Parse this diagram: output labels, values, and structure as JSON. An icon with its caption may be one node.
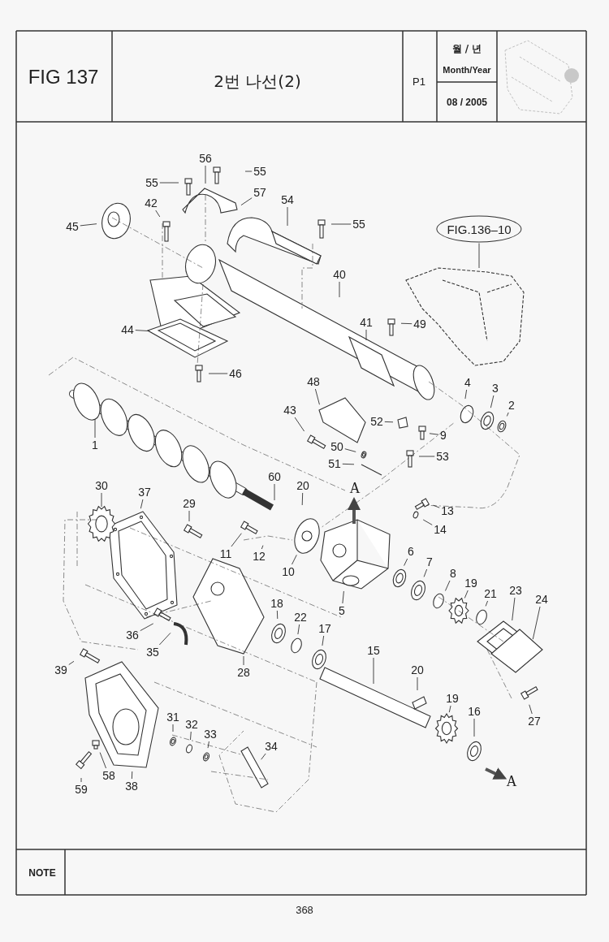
{
  "diagram": {
    "title": "2번 나선(2)",
    "nodes": [
      {
        "text": [
          "FIG.136–10"
        ]
      },
      {
        "text": [
          "56"
        ]
      },
      {
        "text": [
          "55"
        ]
      },
      {
        "text": [
          "55"
        ]
      },
      {
        "text": [
          "57"
        ]
      },
      {
        "text": [
          "54"
        ]
      },
      {
        "text": [
          "42"
        ]
      },
      {
        "text": [
          "45"
        ]
      },
      {
        "text": [
          "55"
        ]
      },
      {
        "text": [
          "40"
        ]
      },
      {
        "text": [
          "41"
        ]
      },
      {
        "text": [
          "49"
        ]
      },
      {
        "text": [
          "44"
        ]
      },
      {
        "text": [
          "46"
        ]
      },
      {
        "text": [
          "4"
        ]
      },
      {
        "text": [
          "3"
        ]
      },
      {
        "text": [
          "2"
        ]
      },
      {
        "text": [
          "48"
        ]
      },
      {
        "text": [
          "43"
        ]
      },
      {
        "text": [
          "52"
        ]
      },
      {
        "text": [
          "9"
        ]
      },
      {
        "text": [
          "50"
        ]
      },
      {
        "text": [
          "53"
        ]
      },
      {
        "text": [
          "51"
        ]
      },
      {
        "text": [
          "1"
        ]
      },
      {
        "text": [
          "30"
        ]
      },
      {
        "text": [
          "37"
        ]
      },
      {
        "text": [
          "60"
        ]
      },
      {
        "text": [
          "20"
        ]
      },
      {
        "text": [
          "29"
        ]
      },
      {
        "text": [
          "13"
        ]
      },
      {
        "text": [
          "14"
        ]
      },
      {
        "text": [
          "11"
        ]
      },
      {
        "text": [
          "12"
        ]
      },
      {
        "text": [
          "10"
        ]
      },
      {
        "text": [
          "6"
        ]
      },
      {
        "text": [
          "7"
        ]
      },
      {
        "text": [
          "8"
        ]
      },
      {
        "text": [
          "19"
        ]
      },
      {
        "text": [
          "21"
        ]
      },
      {
        "text": [
          "23"
        ]
      },
      {
        "text": [
          "24"
        ]
      },
      {
        "text": [
          "5"
        ]
      },
      {
        "text": [
          "18"
        ]
      },
      {
        "text": [
          "22"
        ]
      },
      {
        "text": [
          "17"
        ]
      },
      {
        "text": [
          "36"
        ]
      },
      {
        "text": [
          "35"
        ]
      },
      {
        "text": [
          "28"
        ]
      },
      {
        "text": [
          "15"
        ]
      },
      {
        "text": [
          "20"
        ]
      },
      {
        "text": [
          "39"
        ]
      },
      {
        "text": [
          "19"
        ]
      },
      {
        "text": [
          "16"
        ]
      },
      {
        "text": [
          "27"
        ]
      },
      {
        "text": [
          "31"
        ]
      },
      {
        "text": [
          "32"
        ]
      },
      {
        "text": [
          "33"
        ]
      },
      {
        "text": [
          "34"
        ]
      },
      {
        "text": [
          "58"
        ]
      },
      {
        "text": [
          "59"
        ]
      },
      {
        "text": [
          "38"
        ]
      }
    ],
    "edges": [
      {
        "from": 0,
        "to": null,
        "arrow": "none"
      },
      {
        "from": 1,
        "to": null,
        "arrow": "none"
      },
      {
        "from": 2,
        "to": null,
        "arrow": "none"
      },
      {
        "from": 3,
        "to": null,
        "arrow": "none"
      },
      {
        "from": 4,
        "to": null,
        "arrow": "none"
      },
      {
        "from": 5,
        "to": null,
        "arrow": "none"
      },
      {
        "from": 6,
        "to": null,
        "arrow": "none"
      },
      {
        "from": 7,
        "to": null,
        "arrow": "none"
      },
      {
        "from": 8,
        "to": null,
        "arrow": "none"
      },
      {
        "from": 9,
        "to": null,
        "arrow": "none"
      },
      {
        "from": 10,
        "to": null,
        "arrow": "none"
      },
      {
        "from": 11,
        "to": null,
        "arrow": "none"
      },
      {
        "from": 12,
        "to": null,
        "arrow": "none"
      },
      {
        "from": 13,
        "to": null,
        "arrow": "none"
      },
      {
        "from": 14,
        "to": null,
        "arrow": "none"
      },
      {
        "from": 15,
        "to": null,
        "arrow": "none"
      },
      {
        "from": 16,
        "to": null,
        "arrow": "none"
      },
      {
        "from": 17,
        "to": null,
        "arrow": "none"
      },
      {
        "from": 18,
        "to": null,
        "arrow": "none"
      },
      {
        "from": 19,
        "to": null,
        "arrow": "none"
      },
      {
        "from": 20,
        "to": null,
        "arrow": "none"
      },
      {
        "from": 21,
        "to": null,
        "arrow": "none"
      },
      {
        "from": 22,
        "to": null,
        "arrow": "none"
      },
      {
        "from": 23,
        "to": null,
        "arrow": "none"
      },
      {
        "from": 24,
        "to": null,
        "arrow": "none"
      },
      {
        "from": 25,
        "to": null,
        "arrow": "none"
      },
      {
        "from": 26,
        "to": null,
        "arrow": "none"
      },
      {
        "from": 27,
        "to": null,
        "arrow": "none"
      },
      {
        "from": 28,
        "to": null,
        "arrow": "none"
      },
      {
        "from": 29,
        "to": null,
        "arrow": "none"
      },
      {
        "from": 30,
        "to": null,
        "arrow": "none"
      },
      {
        "from": 31,
        "to": null,
        "arrow": "none"
      },
      {
        "from": 32,
        "to": null,
        "arrow": "none"
      },
      {
        "from": 33,
        "to": null,
        "arrow": "none"
      },
      {
        "from": 34,
        "to": null,
        "arrow": "none"
      },
      {
        "from": 35,
        "to": null,
        "arrow": "none"
      },
      {
        "from": 36,
        "to": null,
        "arrow": "none"
      },
      {
        "from": 37,
        "to": null,
        "arrow": "none"
      },
      {
        "from": 38,
        "to": null,
        "arrow": "none"
      },
      {
        "from": 39,
        "to": null,
        "arrow": "none"
      },
      {
        "from": 40,
        "to": null,
        "arrow": "none"
      },
      {
        "from": 41,
        "to": null,
        "arrow": "none"
      },
      {
        "from": 42,
        "to": null,
        "arrow": "none"
      },
      {
        "from": 43,
        "to": null,
        "arrow": "none"
      },
      {
        "from": 44,
        "to": null,
        "arrow": "none"
      },
      {
        "from": 45,
        "to": null,
        "arrow": "none"
      },
      {
        "from": 46,
        "to": null,
        "arrow": "none"
      },
      {
        "from": 47,
        "to": null,
        "arrow": "none"
      },
      {
        "from": 48,
        "to": null,
        "arrow": "none"
      },
      {
        "from": 49,
        "to": null,
        "arrow": "none"
      },
      {
        "from": 50,
        "to": null,
        "arrow": "none"
      },
      {
        "from": 51,
        "to": null,
        "arrow": "none"
      },
      {
        "from": 52,
        "to": null,
        "arrow": "none"
      },
      {
        "from": 53,
        "to": null,
        "arrow": "none"
      },
      {
        "from": 54,
        "to": null,
        "arrow": "none"
      },
      {
        "from": 55,
        "to": null,
        "arrow": "none"
      },
      {
        "from": 56,
        "to": null,
        "arrow": "none"
      },
      {
        "from": 57,
        "to": null,
        "arrow": "none"
      },
      {
        "from": 58,
        "to": null,
        "arrow": "none"
      },
      {
        "from": 59,
        "to": null,
        "arrow": "none"
      },
      {
        "from": 60,
        "to": null,
        "arrow": "none"
      },
      {
        "from": 61,
        "to": null,
        "arrow": "none"
      }
    ],
    "labels": [
      "FIG 137",
      "P1",
      "월 / 년",
      "Month/Year",
      "08 / 2005",
      "A",
      "A",
      "NOTE",
      "368"
    ]
  }
}
